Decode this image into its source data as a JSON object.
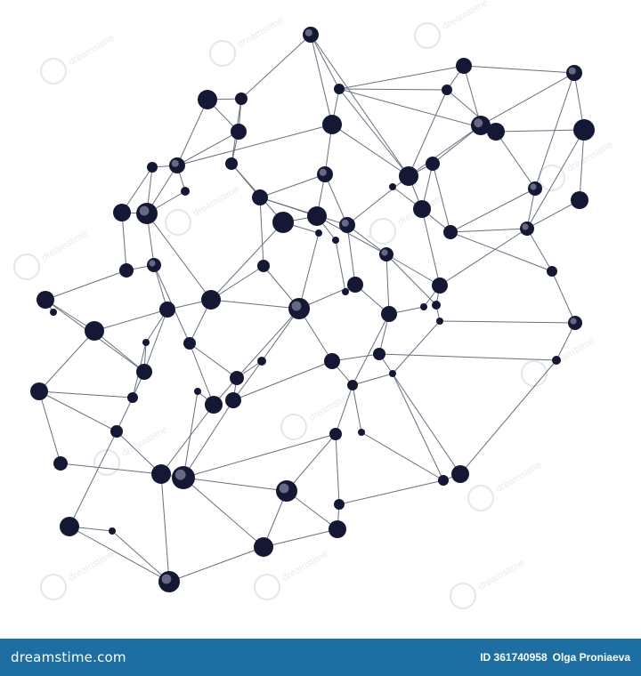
{
  "colors": {
    "node": "#141834",
    "edge": "#6a6f80",
    "footer_bg": "#1d6fa3",
    "footer_text": "#ffffff"
  },
  "footer": {
    "brand": "dreamstime.com",
    "id_text": "ID 361740958",
    "author": "Olga Proniaeva"
  },
  "watermark": {
    "text": "dreamstime"
  }
}
